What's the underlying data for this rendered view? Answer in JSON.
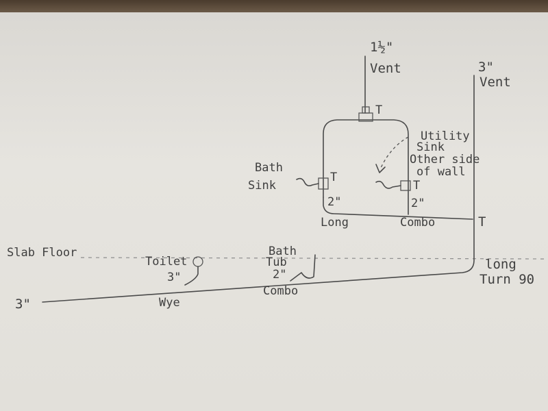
{
  "labels": {
    "top_vent_size": "1½\"",
    "top_vent": "Vent",
    "right_vent_size": "3\"",
    "right_vent": "Vent",
    "tee_top": "T",
    "utility_1": "Utility",
    "utility_2": "Sink",
    "utility_3": "Other side",
    "utility_4": "of wall",
    "bath_sink_1": "Bath",
    "bath_sink_2": "Sink",
    "tee_left": "T",
    "tee_right_sink": "T",
    "left_size": "2\"",
    "right_size": "2\"",
    "long": "Long",
    "combo_upper": "Combo",
    "tee_main": "T",
    "slab_floor": "Slab Floor",
    "toilet": "Toilet",
    "toilet_size": "3\"",
    "tub_1": "Bath",
    "tub_2": "Tub",
    "tub_size": "2\"",
    "combo_lower": "Combo",
    "wye": "Wye",
    "main_size": "3\"",
    "turn_1": "long",
    "turn_2": "Turn 90"
  }
}
